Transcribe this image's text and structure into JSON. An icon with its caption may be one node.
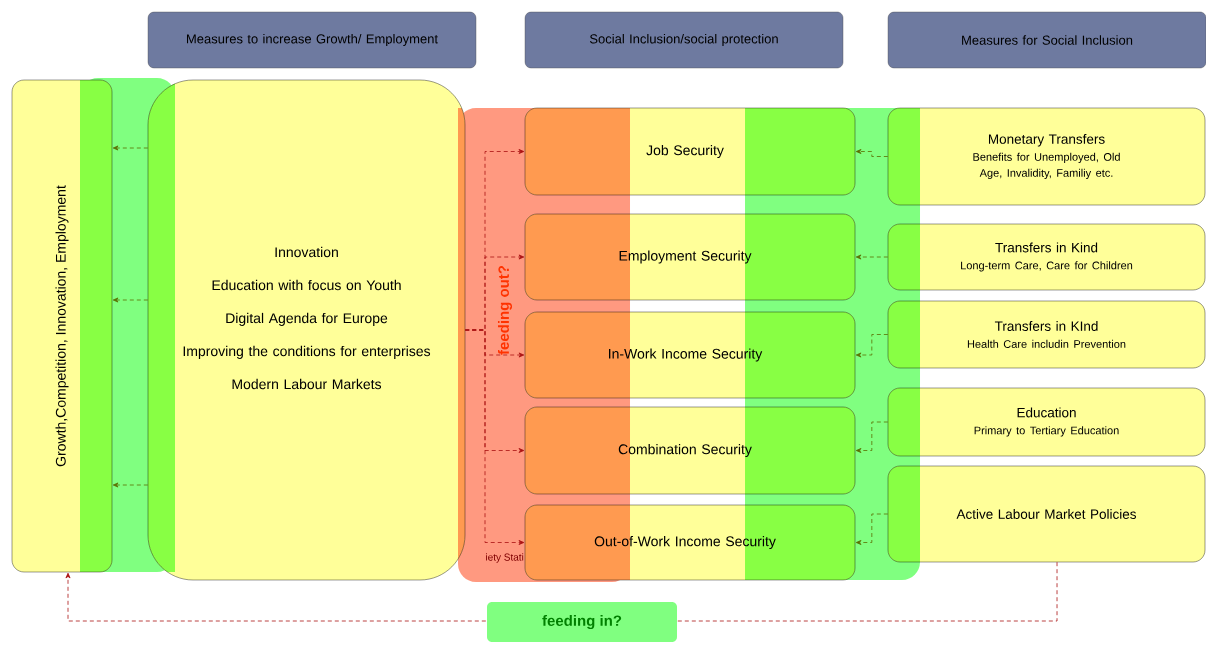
{
  "diagram": {
    "nodes": [
      {
        "text": [
          "Measures to increase Growth/ Employment"
        ]
      },
      {
        "text": [
          "Social Inclusion/social protection"
        ]
      },
      {
        "text": [
          "Measures for Social Inclusion"
        ]
      },
      {
        "text": [
          "Growth,Competition, Innovation, Employment"
        ]
      },
      {
        "text": [
          "Innovation",
          "Education with focus on Youth",
          "Digital Agenda for Europe",
          "Improving the conditions for enterprises",
          "Modern Labour Markets"
        ]
      },
      {
        "text": [
          "Job Security"
        ]
      },
      {
        "text": [
          "Employment Security"
        ]
      },
      {
        "text": [
          "In-Work Income Security"
        ]
      },
      {
        "text": [
          "Combination Security"
        ]
      },
      {
        "text": [
          "Out-of-Work Income Security"
        ]
      },
      {
        "text": [
          "Monetary Transfers",
          "Benefits for Unemployed, Old Age, Invalidity, Familiy etc."
        ]
      },
      {
        "text": [
          "Transfers in Kind",
          "Long-term Care,  Care  for Children"
        ]
      },
      {
        "text": [
          "Transfers in KInd",
          "Health Care  includin Prevention"
        ]
      },
      {
        "text": [
          "Education",
          "Primary to Tertiary  Education"
        ]
      },
      {
        "text": [
          "Active Labour Market Policies"
        ]
      }
    ],
    "edges": [
      {
        "from": 4,
        "to": 3,
        "arrow": "to",
        "style": "dashed"
      },
      {
        "from": 4,
        "to": 3,
        "arrow": "to",
        "style": "dashed"
      },
      {
        "from": 4,
        "to": 3,
        "arrow": "to",
        "style": "dashed"
      },
      {
        "from": 4,
        "to": 5,
        "arrow": "to",
        "style": "dashed",
        "color": "#aa1111"
      },
      {
        "from": 4,
        "to": 6,
        "arrow": "to",
        "style": "dashed",
        "color": "#aa1111"
      },
      {
        "from": 4,
        "to": 7,
        "arrow": "to",
        "style": "dashed",
        "color": "#aa1111"
      },
      {
        "from": 4,
        "to": 8,
        "arrow": "to",
        "style": "dashed",
        "color": "#aa1111"
      },
      {
        "from": 4,
        "to": 9,
        "arrow": "to",
        "style": "dashed",
        "color": "#aa1111"
      },
      {
        "from": 10,
        "to": 5,
        "arrow": "to",
        "style": "dashed"
      },
      {
        "from": 11,
        "to": 6,
        "arrow": "to",
        "style": "dashed"
      },
      {
        "from": 12,
        "to": 7,
        "arrow": "to",
        "style": "dashed"
      },
      {
        "from": 13,
        "to": 8,
        "arrow": "to",
        "style": "dashed"
      },
      {
        "from": 14,
        "to": 9,
        "arrow": "to",
        "style": "dashed"
      },
      {
        "from": 14,
        "to": 3,
        "arrow": "to",
        "style": "dashed",
        "color": "#aa1111",
        "label": "feeding in?"
      }
    ],
    "labels": [
      "feeding out?",
      "iety Stati"
    ]
  }
}
